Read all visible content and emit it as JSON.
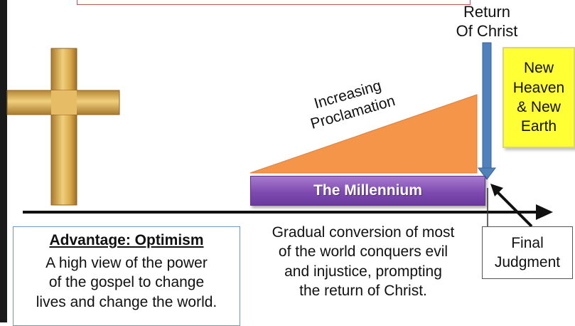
{
  "return_of_christ": "Return\nOf Christ",
  "new_heaven_box": "New\nHeaven\n& New\nEarth",
  "increasing_proclamation": "Increasing\nProclamation",
  "millennium_label": "The Millennium",
  "advantage": {
    "title": "Advantage: Optimism",
    "body": "A high view of the power\nof the gospel to change\nlives and change the world."
  },
  "gradual_conversion": "Gradual conversion of most\nof the world conquers evil\nand injustice, prompting\nthe return of Christ.",
  "final_judgment": "Final\nJudgment",
  "colors": {
    "cross_gold": "#d8a84a",
    "proclamation_orange": "#f4954a",
    "millennium_purple": "#7e4bb0",
    "return_arrow_blue": "#4f81bd",
    "new_heaven_yellow": "#ffff33"
  }
}
